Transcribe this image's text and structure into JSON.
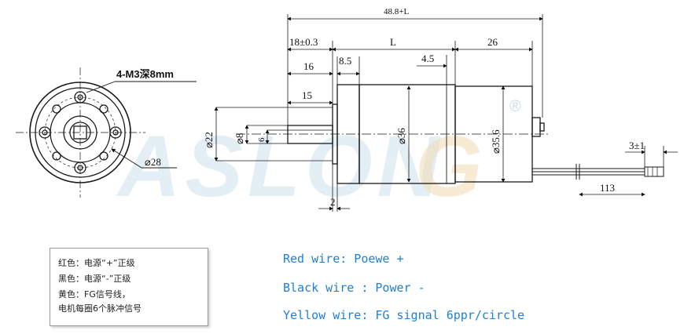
{
  "watermark": {
    "text": "ASLON",
    "tail": "G",
    "mark": "®"
  },
  "callouts": {
    "thread": "4-M3深8mm",
    "flange_dia": "⌀28"
  },
  "dimensions": {
    "overall": "48.8+L",
    "front_len": "18±0.3",
    "body_len": "L",
    "rear_len": "26",
    "d16": "16",
    "d8_5": "8.5",
    "d4_5": "4.5",
    "d15": "15",
    "d2": "2",
    "dia22": "⌀22",
    "dia8": "⌀8",
    "flat6": "6",
    "dia36": "⌀36",
    "dia35_6": "⌀35.6",
    "lead_strip": "3±1",
    "lead_len": "113"
  },
  "notes": [
    "红色：电源“+”正级",
    "黑色：电源“-”正级",
    "黄色：FG信号线，",
    "电机每圈6个脉冲信号"
  ],
  "wires": [
    {
      "label": "Red wire: Poewe +"
    },
    {
      "label": "Black wire : Power -"
    },
    {
      "label": "Yellow wire: FG signal 6ppr/circle"
    }
  ],
  "colors": {
    "line": "#1a1a1a",
    "watermark": "#cfe1ee",
    "watermark_accent": "#f2dcb5",
    "wire_text": "#1e7fd8"
  }
}
